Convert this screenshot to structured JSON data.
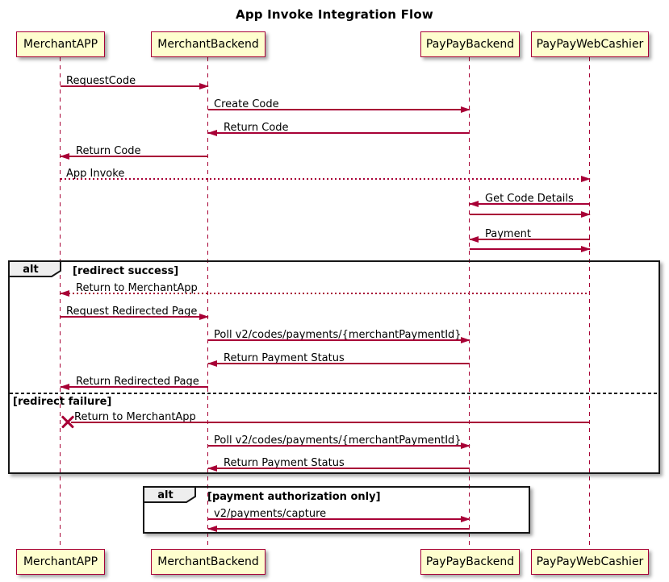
{
  "title": "App Invoke Integration Flow",
  "colors": {
    "participant_fill": "#FEFECE",
    "participant_border": "#A80036",
    "arrow": "#A80036",
    "lifeline": "#A80036",
    "frame_border": "#000000",
    "frame_header_fill": "#EEEEEE",
    "background": "#FFFFFF"
  },
  "participants": [
    {
      "name": "MerchantAPP"
    },
    {
      "name": "MerchantBackend"
    },
    {
      "name": "PayPayBackend"
    },
    {
      "name": "PayPayWebCashier"
    }
  ],
  "messages": [
    {
      "label": "RequestCode",
      "from": "MerchantAPP",
      "to": "MerchantBackend",
      "style": "solid"
    },
    {
      "label": "Create Code",
      "from": "MerchantBackend",
      "to": "PayPayBackend",
      "style": "solid"
    },
    {
      "label": "Return Code",
      "from": "PayPayBackend",
      "to": "MerchantBackend",
      "style": "solid"
    },
    {
      "label": "Return Code",
      "from": "MerchantBackend",
      "to": "MerchantAPP",
      "style": "solid"
    },
    {
      "label": "App Invoke",
      "from": "MerchantAPP",
      "to": "PayPayWebCashier",
      "style": "dotted"
    },
    {
      "label": "Get Code Details",
      "from": "PayPayWebCashier",
      "to": "PayPayBackend",
      "style": "solid"
    },
    {
      "label": "",
      "from": "PayPayBackend",
      "to": "PayPayWebCashier",
      "style": "solid"
    },
    {
      "label": "Payment",
      "from": "PayPayWebCashier",
      "to": "PayPayBackend",
      "style": "solid"
    },
    {
      "label": "",
      "from": "PayPayBackend",
      "to": "PayPayWebCashier",
      "style": "solid"
    },
    {
      "label": "Return to MerchantApp",
      "from": "PayPayWebCashier",
      "to": "MerchantAPP",
      "style": "dotted"
    },
    {
      "label": "Request Redirected Page",
      "from": "MerchantAPP",
      "to": "MerchantBackend",
      "style": "solid"
    },
    {
      "label": "Poll v2/codes/payments/{merchantPaymentId}",
      "from": "MerchantBackend",
      "to": "PayPayBackend",
      "style": "solid"
    },
    {
      "label": "Return Payment Status",
      "from": "PayPayBackend",
      "to": "MerchantBackend",
      "style": "solid"
    },
    {
      "label": "Return Redirected Page",
      "from": "MerchantBackend",
      "to": "MerchantAPP",
      "style": "solid"
    },
    {
      "label": "Return to MerchantApp",
      "from": "PayPayWebCashier",
      "to": "MerchantAPP",
      "style": "lost"
    },
    {
      "label": "Poll v2/codes/payments/{merchantPaymentId}",
      "from": "MerchantBackend",
      "to": "PayPayBackend",
      "style": "solid"
    },
    {
      "label": "Return Payment Status",
      "from": "PayPayBackend",
      "to": "MerchantBackend",
      "style": "solid"
    },
    {
      "label": "v2/payments/capture",
      "from": "MerchantBackend",
      "to": "PayPayBackend",
      "style": "solid"
    },
    {
      "label": "",
      "from": "PayPayBackend",
      "to": "MerchantBackend",
      "style": "solid"
    }
  ],
  "frames": {
    "outer": {
      "keyword": "alt",
      "conditions": [
        "[redirect success]",
        "[redirect failure]"
      ]
    },
    "inner": {
      "keyword": "alt",
      "conditions": [
        "[payment authorization only]"
      ]
    }
  }
}
